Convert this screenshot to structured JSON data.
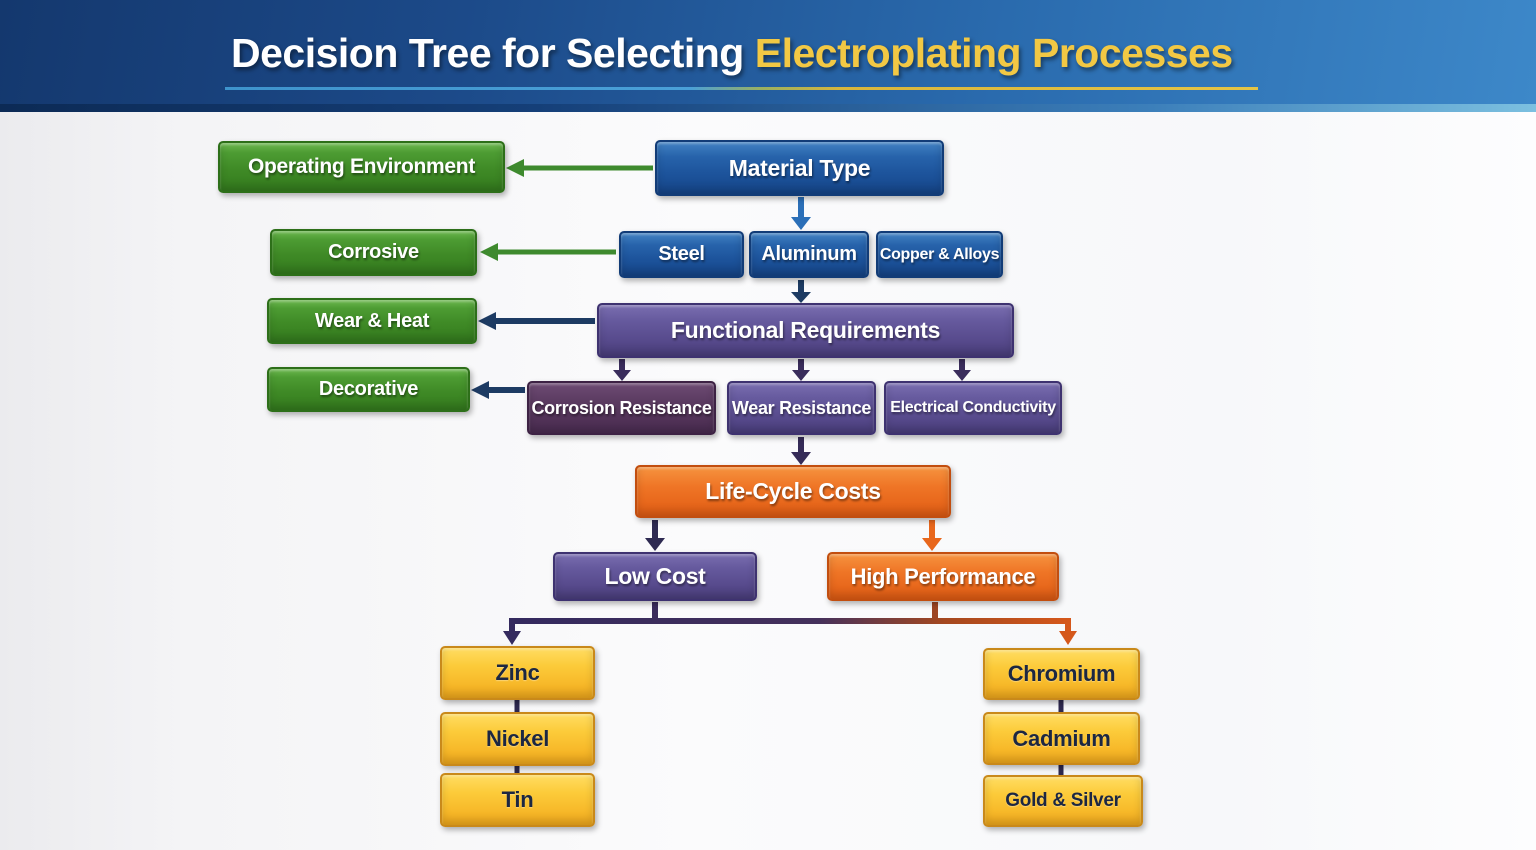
{
  "header": {
    "title_white": "Decision Tree for Selecting ",
    "title_yellow": "Electroplating Processes"
  },
  "tree": {
    "material_type": "Material Type",
    "operating_environment": "Operating Environment",
    "corrosive": "Corrosive",
    "wear_heat": "Wear & Heat",
    "decorative": "Decorative",
    "steel": "Steel",
    "aluminum": "Aluminum",
    "copper_alloys": "Copper & Alloys",
    "functional_requirements": "Functional Requirements",
    "corrosion_resistance": "Corrosion Resistance",
    "wear_resistance": "Wear Resistance",
    "electrical_conductivity": "Electrical Conductivity",
    "life_cycle_costs": "Life-Cycle Costs",
    "low_cost": "Low Cost",
    "high_performance": "High Performance",
    "zinc": "Zinc",
    "nickel": "Nickel",
    "tin": "Tin",
    "chromium": "Chromium",
    "cadmium": "Cadmium",
    "gold_silver": "Gold & Silver"
  },
  "palette": {
    "header_blue_dark": "#14386e",
    "header_blue_light": "#3d88c9",
    "title_yellow": "#f2c844",
    "underline_teal": "#4aa0d8",
    "underline_gold": "#d9b63c",
    "node_green": "#3f8a26",
    "node_blue": "#1d549c",
    "node_purple": "#574a8c",
    "node_plum": "#4a2c51",
    "node_orange": "#e9661d",
    "node_gold": "#f7bc2a",
    "arrow_green": "#3e8a2e",
    "arrow_blue": "#2b6fb8",
    "arrow_navy": "#1d3b63",
    "arrow_dark_purple": "#3a2d5c",
    "arrow_orange": "#e8671c",
    "gold_text_navy": "#1c2742"
  }
}
